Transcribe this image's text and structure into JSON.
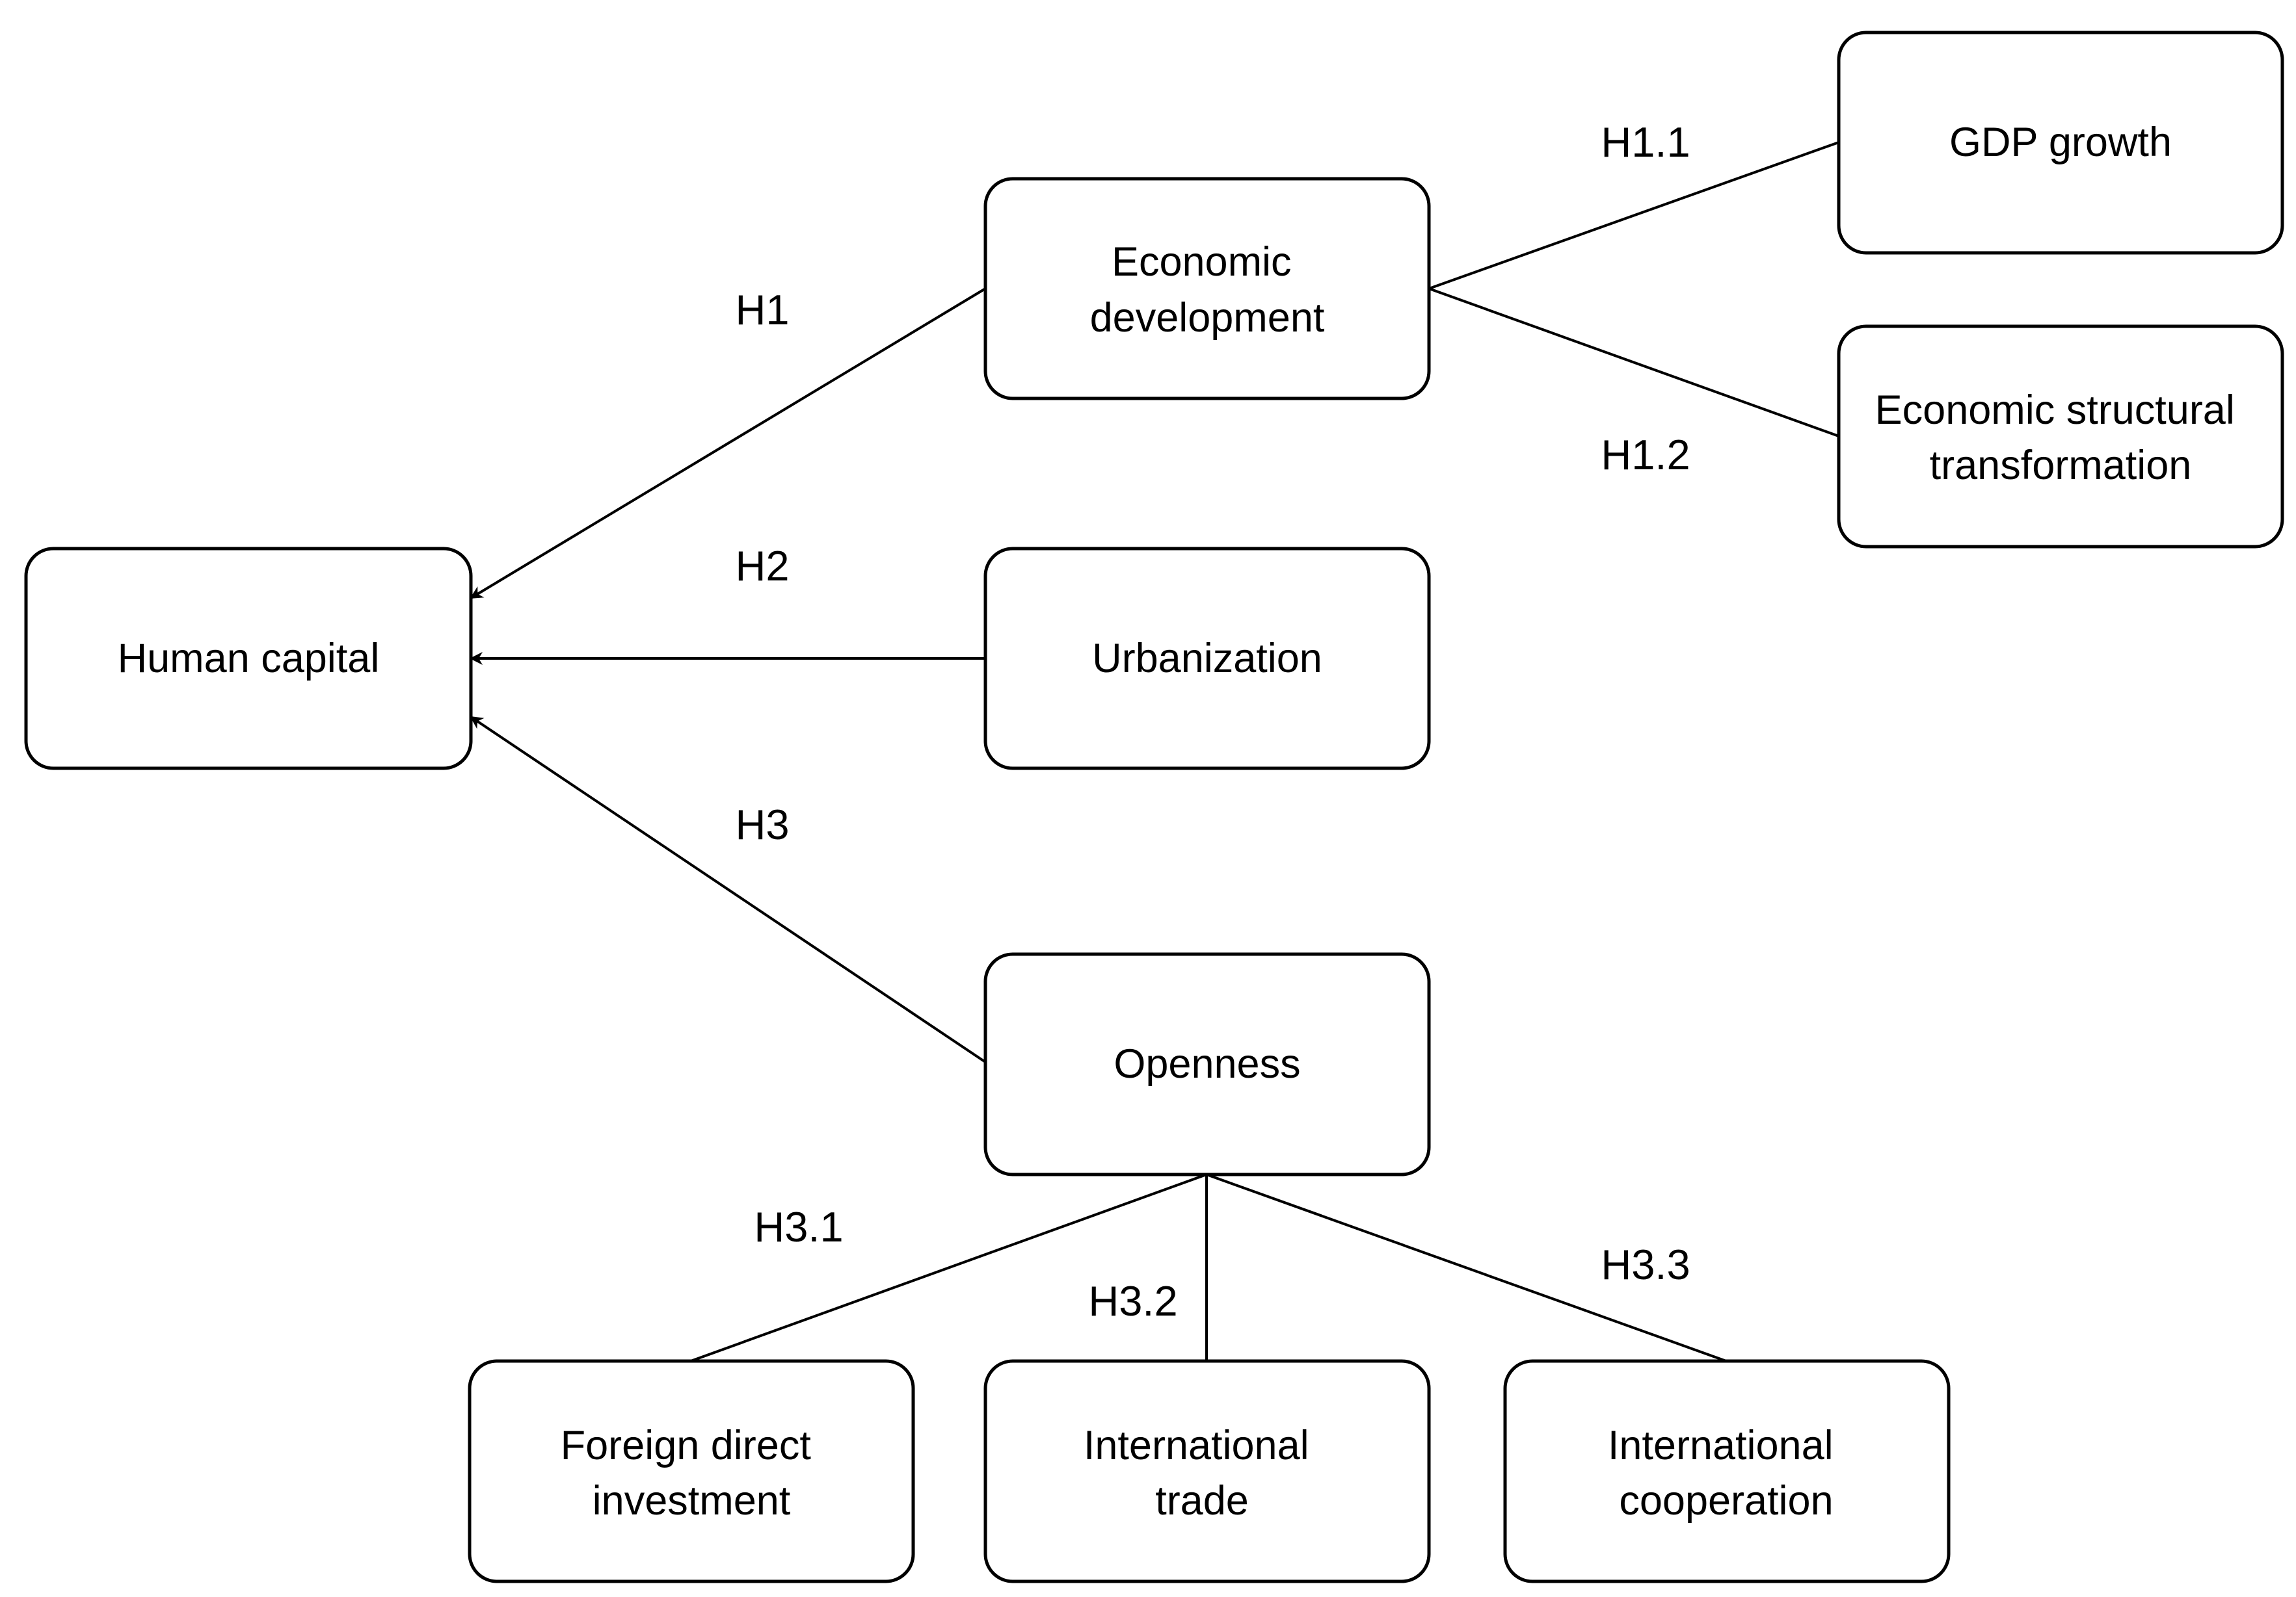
{
  "nodes": {
    "human_capital": {
      "lines": [
        "Human capital"
      ]
    },
    "economic_development": {
      "lines": [
        "Economic",
        "development"
      ]
    },
    "urbanization": {
      "lines": [
        "Urbanization"
      ]
    },
    "openness": {
      "lines": [
        "Openness"
      ]
    },
    "gdp_growth": {
      "lines": [
        "GDP growth"
      ]
    },
    "economic_structural_transformation": {
      "lines": [
        "Economic structural",
        "transformation"
      ]
    },
    "foreign_direct_investment": {
      "lines": [
        "Foreign direct",
        "investment"
      ]
    },
    "international_trade": {
      "lines": [
        "International",
        "trade"
      ]
    },
    "international_cooperation": {
      "lines": [
        "International",
        "cooperation"
      ]
    }
  },
  "edges": {
    "h1": {
      "label": "H1",
      "from": "economic_development",
      "to": "human_capital",
      "arrow": true
    },
    "h2": {
      "label": "H2",
      "from": "urbanization",
      "to": "human_capital",
      "arrow": true
    },
    "h3": {
      "label": "H3",
      "from": "openness",
      "to": "human_capital",
      "arrow": true
    },
    "h1_1": {
      "label": "H1.1",
      "from": "economic_development",
      "to": "gdp_growth",
      "arrow": false
    },
    "h1_2": {
      "label": "H1.2",
      "from": "economic_development",
      "to": "economic_structural_transformation",
      "arrow": false
    },
    "h3_1": {
      "label": "H3.1",
      "from": "openness",
      "to": "foreign_direct_investment",
      "arrow": false
    },
    "h3_2": {
      "label": "H3.2",
      "from": "openness",
      "to": "international_trade",
      "arrow": false
    },
    "h3_3": {
      "label": "H3.3",
      "from": "openness",
      "to": "international_cooperation",
      "arrow": false
    }
  }
}
